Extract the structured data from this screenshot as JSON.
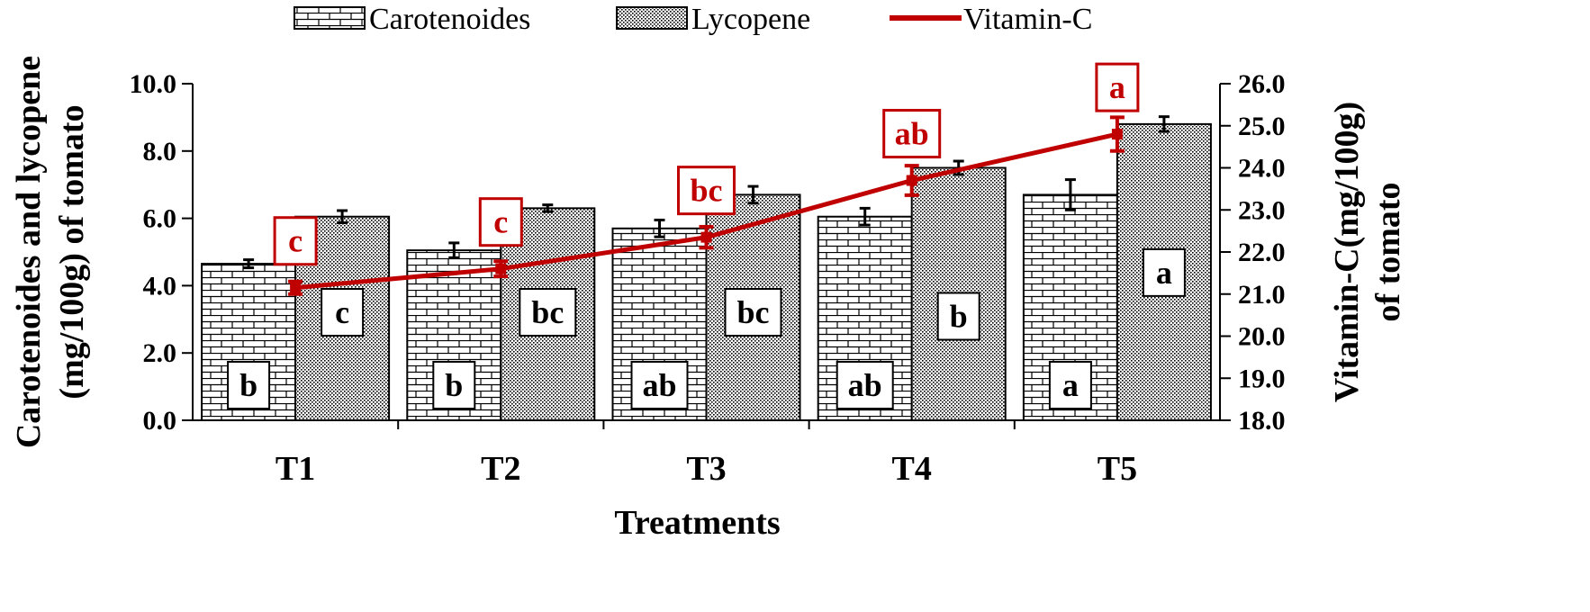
{
  "chart_data": {
    "type": "bar",
    "categories": [
      "T1",
      "T2",
      "T3",
      "T4",
      "T5"
    ],
    "xlabel": "Treatments",
    "ylabel_left": [
      "Carotenoides and lycopene",
      "(mg/100g) of tomato"
    ],
    "ylabel_right": [
      "Vitamin-C(mg/100g)",
      "of tomato"
    ],
    "ylim_left": [
      0,
      10
    ],
    "yticks_left": [
      "0.0",
      "2.0",
      "4.0",
      "6.0",
      "8.0",
      "10.0"
    ],
    "ylim_right": [
      18,
      26
    ],
    "yticks_right": [
      "18.0",
      "19.0",
      "20.0",
      "21.0",
      "22.0",
      "23.0",
      "24.0",
      "25.0",
      "26.0"
    ],
    "legend_position": "top",
    "series": [
      {
        "name": "Carotenoides",
        "kind": "bar",
        "axis": "left",
        "pattern": "brick",
        "values": [
          4.65,
          5.05,
          5.7,
          6.05,
          6.7
        ],
        "errors": [
          0.12,
          0.22,
          0.25,
          0.25,
          0.45
        ],
        "letters": [
          "b",
          "b",
          "ab",
          "ab",
          "a"
        ]
      },
      {
        "name": "Lycopene",
        "kind": "bar",
        "axis": "left",
        "pattern": "dots",
        "values": [
          6.05,
          6.3,
          6.7,
          7.5,
          8.8
        ],
        "errors": [
          0.18,
          0.1,
          0.25,
          0.2,
          0.22
        ],
        "letters": [
          "c",
          "bc",
          "bc",
          "b",
          "a"
        ]
      },
      {
        "name": "Vitamin-C",
        "kind": "line",
        "axis": "right",
        "color": "#c00000",
        "values": [
          21.15,
          21.6,
          22.35,
          23.7,
          24.8
        ],
        "errors": [
          0.15,
          0.18,
          0.25,
          0.35,
          0.4
        ],
        "letters": [
          "c",
          "c",
          "bc",
          "ab",
          "a"
        ]
      }
    ]
  }
}
